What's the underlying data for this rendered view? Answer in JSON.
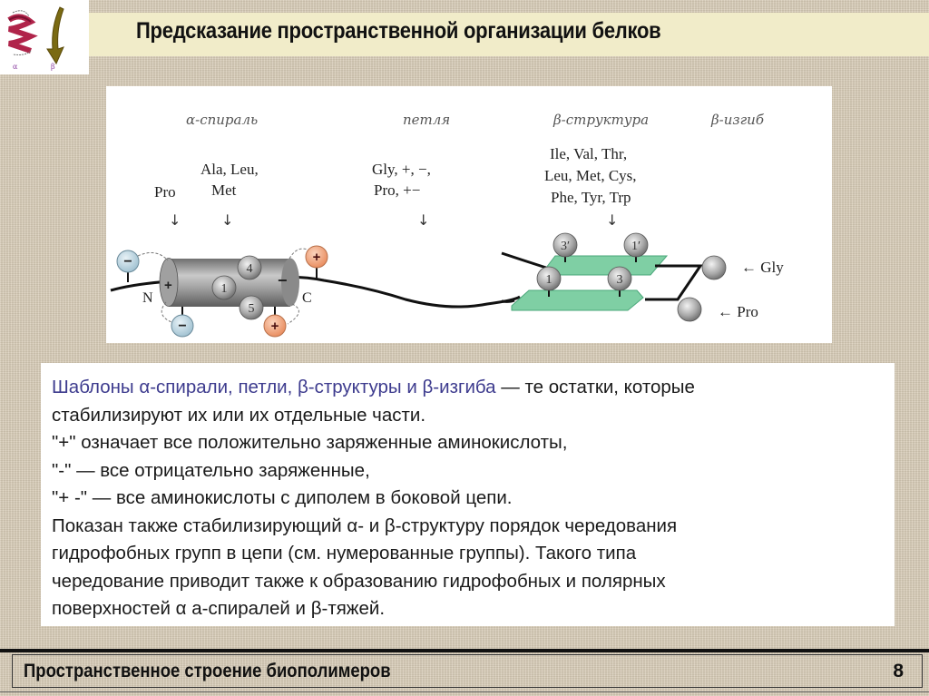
{
  "slide": {
    "title": "Предсказание пространственной организации белков",
    "logo": {
      "icons": [
        "alpha-helix-icon",
        "beta-strand-icon"
      ],
      "labels": [
        "α",
        "β"
      ]
    }
  },
  "diagram": {
    "headers": [
      "α-спираль",
      "петля",
      "β-структура",
      "β-изгиб"
    ],
    "alpha_helix": {
      "group1": [
        "Pro"
      ],
      "group2": [
        "Ala, Leu,",
        "Met"
      ],
      "terminal_labels": {
        "n": "N",
        "c": "C"
      },
      "numbered_groups": [
        "4",
        "1",
        "5"
      ],
      "charges": {
        "n_end_inside": "+",
        "c_end_inside": "−",
        "n_side_1": "−",
        "n_side_2": "−",
        "c_side_1": "+",
        "c_side_2": "+"
      }
    },
    "loop": {
      "residues": [
        "Gly,   +,  −,",
        "Pro,     +−"
      ]
    },
    "beta_structure": {
      "residues": [
        "Ile, Val, Thr,",
        "Leu, Met, Cys,",
        "Phe, Tyr, Trp"
      ],
      "numbered_groups_top": [
        "3′",
        "1′"
      ],
      "numbered_groups_bottom": [
        "1",
        "3"
      ]
    },
    "beta_turn": {
      "labels": [
        "← Gly",
        "← Pro"
      ]
    },
    "arrow_symbol": "↓",
    "colors": {
      "negative_charge": "#b9d4e0",
      "positive_charge": "#f2a57c",
      "helix_cylinder": "#8e8e8e",
      "beta_sheet": "#7fcfa4",
      "group_sphere": "#a9a9a9"
    }
  },
  "description": {
    "line1_blue": "Шаблоны α-спирали, петли, β-структуры и β-изгиба",
    "line1_rest": " —  те остатки, которые",
    "line2": "стабилизируют их или их отдельные части.",
    "line3": "\"+\" означает все положительно заряженные аминокислоты,",
    "line4": "\"-\"  —  все отрицательно заряженные,",
    "line5": "\"+ -\"  —  все аминокислоты с диполем в боковой цепи.",
    "line6": "Показан также стабилизирующий α- и β-структуру порядок чередования",
    "line7": "гидрофобных групп в цепи (см. нумерованные группы). Такого типа",
    "line8": "чередование приводит также к образованию гидрофобных и полярных",
    "line9": "поверхностей α а-спиралей и β-тяжей.",
    "accent_color": "#3d3b8e"
  },
  "footer": {
    "title": "Пространственное строение биополимеров",
    "page_number": "8"
  }
}
